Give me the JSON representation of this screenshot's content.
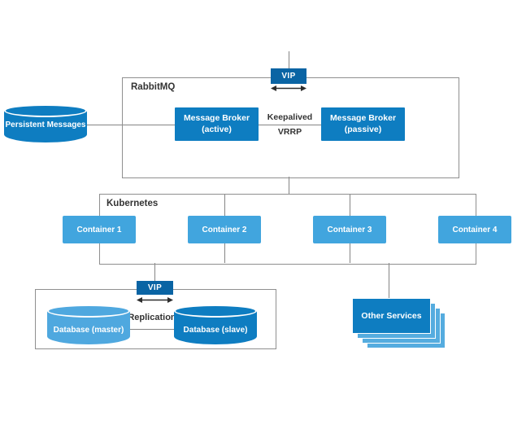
{
  "diagram": {
    "rabbitmq": {
      "label": "RabbitMQ"
    },
    "vip_top": {
      "label": "VIP"
    },
    "persistent_messages": {
      "label": "Persistent Messages"
    },
    "broker_active": {
      "line1": "Message Broker",
      "line2": "(active)"
    },
    "broker_passive": {
      "line1": "Message Broker",
      "line2": "(passive)"
    },
    "keepalived": {
      "label": "Keepalived",
      "sublabel": "VRRP"
    },
    "kubernetes": {
      "label": "Kubernetes"
    },
    "containers": [
      {
        "label": "Container 1"
      },
      {
        "label": "Container 2"
      },
      {
        "label": "Container 3"
      },
      {
        "label": "Container 4"
      }
    ],
    "vip_bottom": {
      "label": "VIP"
    },
    "replication": {
      "label": "Replication"
    },
    "database_master": {
      "label": "Database (master)"
    },
    "database_slave": {
      "label": "Database (slave)"
    },
    "other_services": {
      "label": "Other Services"
    },
    "colors": {
      "primary_blue": "#0E7DC1",
      "vip_dark_blue": "#0A64A4",
      "container_blue": "#41A5DE",
      "shadow_blue": "#55ACDF",
      "master_light_blue": "#4FA8DF",
      "line_gray": "#858585",
      "arrow_dark": "#2D2D2D",
      "label_dark": "#333333"
    }
  }
}
